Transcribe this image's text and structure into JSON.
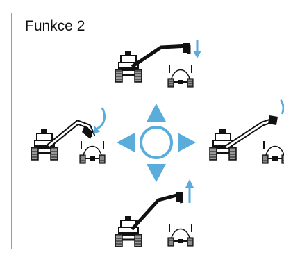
{
  "title": "Funkce 2",
  "colors": {
    "accent": "#5aaddb",
    "ink": "#111111",
    "boom_outline": "#ffffff"
  },
  "joystick": {
    "center_symbol": "circle",
    "directions": [
      "up",
      "down",
      "left",
      "right"
    ]
  },
  "positions": [
    {
      "id": "top",
      "boom": "lowered",
      "motion": "down"
    },
    {
      "id": "left",
      "boom": "raised-outline",
      "motion": "curl-down"
    },
    {
      "id": "right",
      "boom": "extended-outline",
      "motion": "curl-down"
    },
    {
      "id": "bottom",
      "boom": "raised",
      "motion": "up"
    }
  ],
  "icons": {
    "tractor": "tractor-icon",
    "implement": "front-implement-icon",
    "arrow": "motion-arrow-icon"
  }
}
